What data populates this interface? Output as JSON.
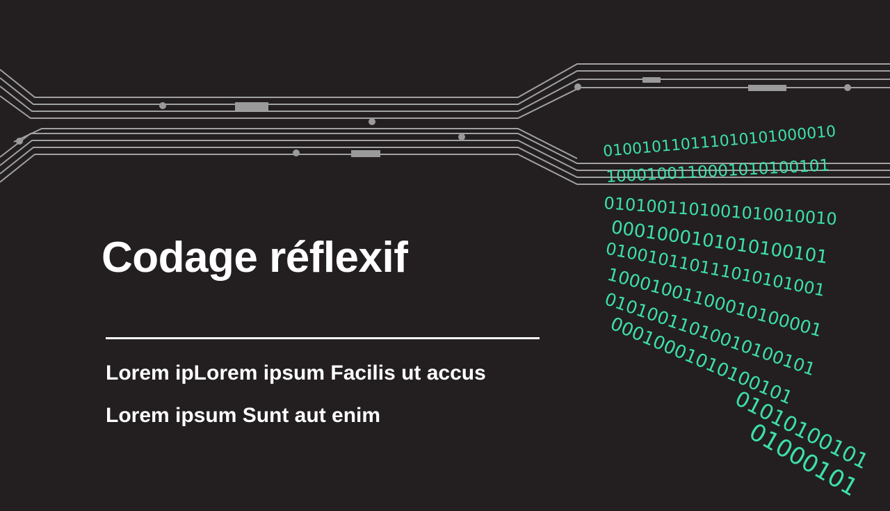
{
  "slide": {
    "title": "Codage réflexif",
    "lines": [
      "Lorem ipLorem ipsum Facilis ut accus",
      "Lorem ipsum Sunt aut enim"
    ]
  },
  "decoration": {
    "binary_rows": [
      "010010110111010101000010",
      "1000100110001010100101",
      "0101001101001010010010",
      "0001000101010100101",
      "010010110111010101001",
      "10001001100010100001",
      "01010011010010100101",
      "00010001010100101",
      "01010100101",
      "01000101"
    ],
    "colors": {
      "background": "#231f20",
      "text": "#ffffff",
      "binary": "#3de0a8",
      "circuit": "#b8b8b8"
    }
  }
}
